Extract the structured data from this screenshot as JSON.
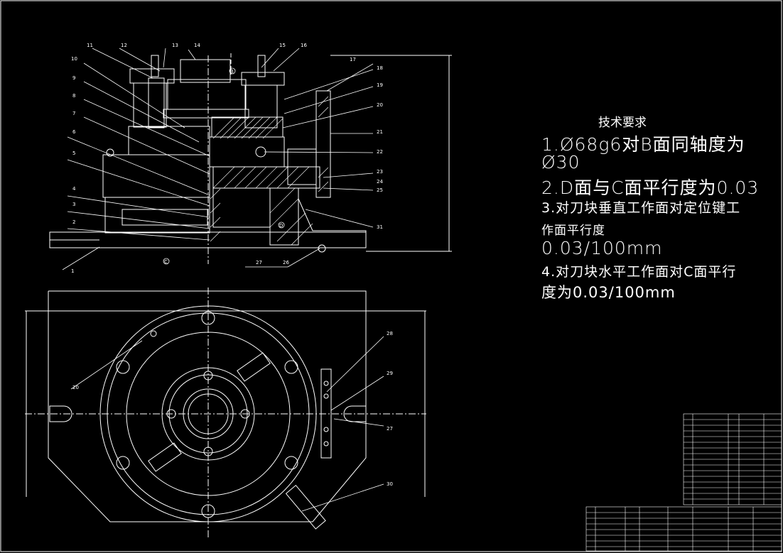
{
  "drawing": {
    "tech_requirements": {
      "title": "技术要求",
      "lines": [
        "1.Ø68g6对B面同轴度为",
        "Ø30",
        "2.D面与C面平行度为0.03",
        "3.对刀块垂直工作面对定位键工",
        "作面平行度",
        "0.03/100mm",
        "4.对刀块水平工作面对C面平行",
        "度为0.03/100mm"
      ]
    },
    "callouts_front": [
      "1",
      "2",
      "3",
      "4",
      "5",
      "6",
      "7",
      "8",
      "9",
      "10",
      "11",
      "12",
      "13",
      "14",
      "15",
      "16",
      "17",
      "18",
      "19",
      "20",
      "21",
      "22",
      "23",
      "24",
      "25",
      "26",
      "27",
      "31"
    ],
    "callouts_plan": [
      "20",
      "28",
      "29",
      "27",
      "30"
    ],
    "datum_marks": [
      "B",
      "C",
      "D"
    ]
  }
}
